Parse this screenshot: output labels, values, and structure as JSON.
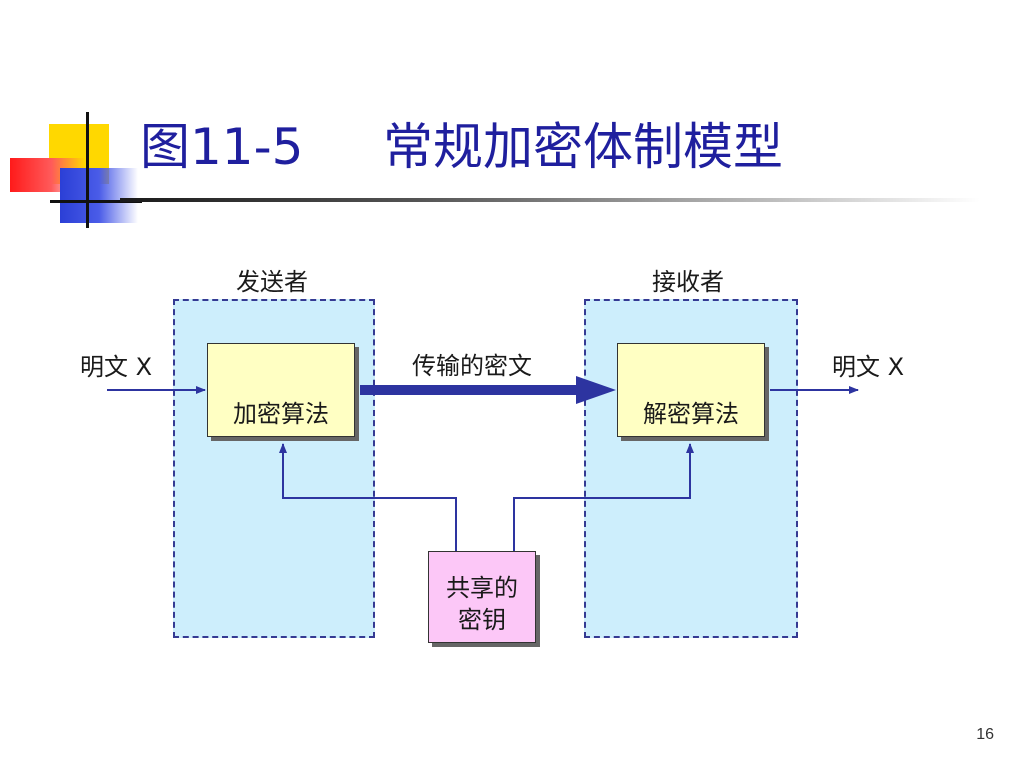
{
  "slide": {
    "title": "图11-5     常规加密体制模型",
    "page_number": "16"
  },
  "diagram": {
    "sender_label": "发送者",
    "receiver_label": "接收者",
    "plaintext_in": "明文 X",
    "plaintext_out": "明文 X",
    "ciphertext_label": "传输的密文",
    "encrypt_box": "加密算法",
    "decrypt_box": "解密算法",
    "shared_key_line1": "共享的",
    "shared_key_line2": "密钥"
  },
  "colors": {
    "title": "#1f1f9e",
    "region_fill": "#cdeefc",
    "region_border": "#353a93",
    "algorithm_box_fill": "#ffffc3",
    "key_box_fill": "#fcc7f7",
    "arrow": "#2d34a0"
  }
}
